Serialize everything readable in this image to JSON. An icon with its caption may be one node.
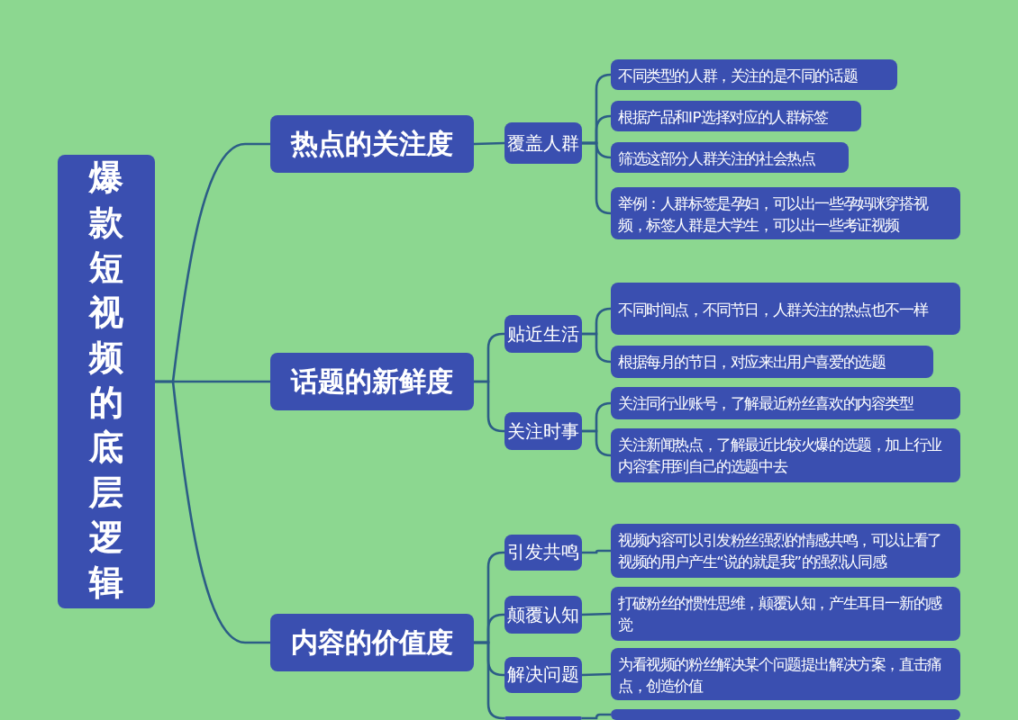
{
  "diagram": {
    "nodes": [
      {
        "text": [
          "爆款短视频的底层逻辑"
        ]
      },
      {
        "text": [
          "热点的关注度"
        ]
      },
      {
        "text": [
          "覆盖人群"
        ]
      },
      {
        "text": [
          "不同类型的人群，关注的是不同的话题"
        ]
      },
      {
        "text": [
          "根据产品和IP选择对应的人群标签"
        ]
      },
      {
        "text": [
          "筛选这部分人群关注的社会热点"
        ]
      },
      {
        "text": [
          "举例：人群标签是孕妇，可以出一些孕妈咪穿搭视频，标签人群是大学生，可以出一些考证视频"
        ]
      },
      {
        "text": [
          "话题的新鲜度"
        ]
      },
      {
        "text": [
          "贴近生活"
        ]
      },
      {
        "text": [
          "不同时间点，不同节日，人群关注的热点也不一样"
        ]
      },
      {
        "text": [
          "根据每月的节日，对应来出用户喜爱的选题"
        ]
      },
      {
        "text": [
          "关注时事"
        ]
      },
      {
        "text": [
          "关注同行业账号，了解最近粉丝喜欢的内容类型"
        ]
      },
      {
        "text": [
          "关注新闻热点，了解最近比较火爆的选题，加上行业内容套用到自己的选题中去"
        ]
      },
      {
        "text": [
          "内容的价值度"
        ]
      },
      {
        "text": [
          "引发共鸣"
        ]
      },
      {
        "text": [
          "视频内容可以引发粉丝强烈的情感共鸣，可以让看了视频的用户产生“说的就是我”的强烈认同感"
        ]
      },
      {
        "text": [
          "颠覆认知"
        ]
      },
      {
        "text": [
          "打破粉丝的惯性思维，颠覆认知，产生耳目一新的感觉"
        ]
      },
      {
        "text": [
          "解决问题"
        ]
      },
      {
        "text": [
          "为看视频的粉丝解决某个问题提出解决方案，直击痛点，创造价值"
        ]
      },
      {
        "text": [],
        "shape": "box"
      },
      {
        "text": [],
        "shape": "box"
      }
    ],
    "edges": [
      {
        "from": 0,
        "to": 1,
        "arrow": "none"
      },
      {
        "from": 0,
        "to": 7,
        "arrow": "none"
      },
      {
        "from": 0,
        "to": 14,
        "arrow": "none"
      },
      {
        "from": 1,
        "to": 2,
        "arrow": "none"
      },
      {
        "from": 2,
        "to": 3,
        "arrow": "none"
      },
      {
        "from": 2,
        "to": 4,
        "arrow": "none"
      },
      {
        "from": 2,
        "to": 5,
        "arrow": "none"
      },
      {
        "from": 2,
        "to": 6,
        "arrow": "none"
      },
      {
        "from": 7,
        "to": 8,
        "arrow": "none"
      },
      {
        "from": 7,
        "to": 11,
        "arrow": "none"
      },
      {
        "from": 8,
        "to": 9,
        "arrow": "none"
      },
      {
        "from": 8,
        "to": 10,
        "arrow": "none"
      },
      {
        "from": 11,
        "to": 12,
        "arrow": "none"
      },
      {
        "from": 11,
        "to": 13,
        "arrow": "none"
      },
      {
        "from": 14,
        "to": 15,
        "arrow": "none"
      },
      {
        "from": 14,
        "to": 17,
        "arrow": "none"
      },
      {
        "from": 14,
        "to": 19,
        "arrow": "none"
      },
      {
        "from": 14,
        "to": 21,
        "arrow": "none"
      },
      {
        "from": 15,
        "to": 16,
        "arrow": "none"
      },
      {
        "from": 17,
        "to": 18,
        "arrow": "none"
      },
      {
        "from": 19,
        "to": 20,
        "arrow": "none"
      },
      {
        "from": 21,
        "to": 22,
        "arrow": "none"
      }
    ]
  }
}
